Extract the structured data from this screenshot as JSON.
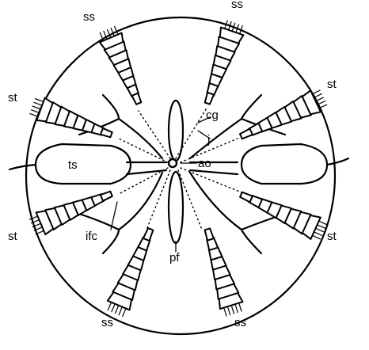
{
  "diagram": {
    "labels": {
      "ss_top_left": "ss",
      "ss_top_right": "ss",
      "st_upper_left": "st",
      "st_upper_right": "st",
      "cg": "cg",
      "j": "j",
      "ts": "ts",
      "ao": "ao",
      "st_lower_left": "st",
      "st_lower_right": "st",
      "ifc": "ifc",
      "pf": "pf",
      "ss_bottom_left": "ss",
      "ss_bottom_right": "ss"
    },
    "colors": {
      "ink": "#000000",
      "background": "#ffffff"
    }
  }
}
